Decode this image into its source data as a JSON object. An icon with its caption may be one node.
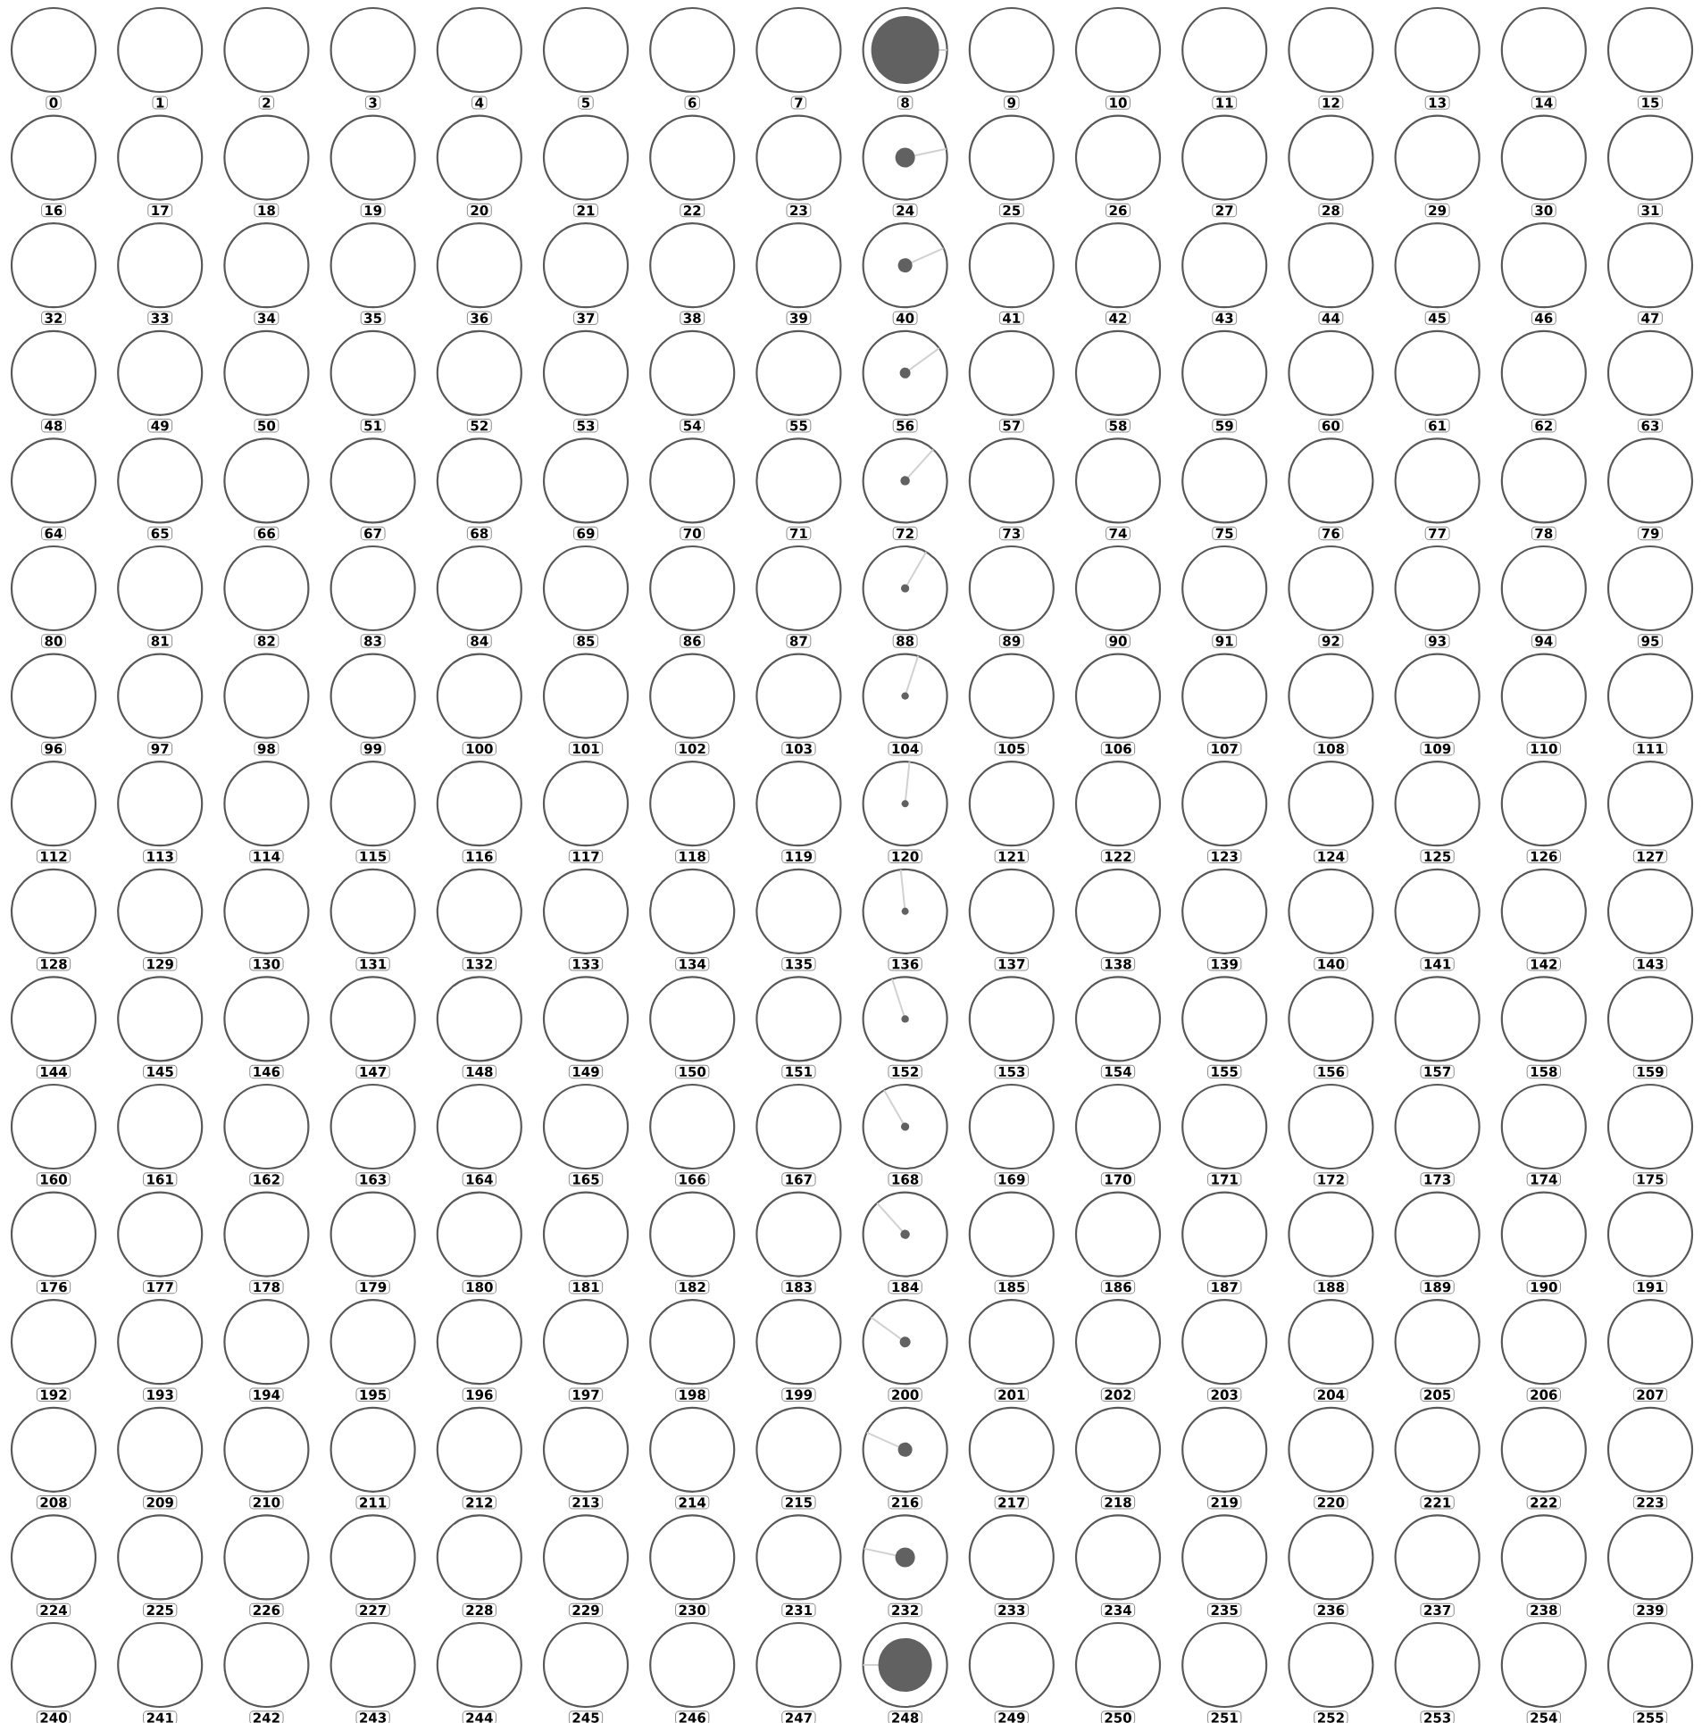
{
  "diagram": {
    "nodes": [
      {
        "text": [],
        "shape": "circle",
        "beside": [
          "0"
        ]
      },
      {
        "text": [],
        "shape": "circle",
        "beside": [
          "1"
        ]
      },
      {
        "text": [],
        "shape": "circle",
        "beside": [
          "2"
        ]
      },
      {
        "text": [],
        "shape": "circle",
        "beside": [
          "3"
        ]
      },
      {
        "text": [],
        "shape": "circle",
        "beside": [
          "4"
        ]
      },
      {
        "text": [],
        "shape": "circle",
        "beside": [
          "5"
        ]
      },
      {
        "text": [],
        "shape": "circle",
        "beside": [
          "6"
        ]
      },
      {
        "text": [],
        "shape": "circle",
        "beside": [
          "7"
        ]
      },
      {
        "text": [],
        "shape": "circle",
        "beside": [
          "8"
        ]
      },
      {
        "text": [],
        "shape": "circle",
        "beside": [
          "9"
        ]
      },
      {
        "text": [],
        "shape": "circle",
        "beside": [
          "10"
        ]
      },
      {
        "text": [],
        "shape": "circle",
        "beside": [
          "11"
        ]
      },
      {
        "text": [],
        "shape": "circle",
        "beside": [
          "12"
        ]
      },
      {
        "text": [],
        "shape": "circle",
        "beside": [
          "13"
        ]
      },
      {
        "text": [],
        "shape": "circle",
        "beside": [
          "14"
        ]
      },
      {
        "text": [],
        "shape": "circle",
        "beside": [
          "15"
        ]
      },
      {
        "text": [],
        "shape": "circle",
        "beside": [
          "16"
        ]
      },
      {
        "text": [],
        "shape": "circle",
        "beside": [
          "17"
        ]
      },
      {
        "text": [],
        "shape": "circle",
        "beside": [
          "18"
        ]
      },
      {
        "text": [],
        "shape": "circle",
        "beside": [
          "19"
        ]
      },
      {
        "text": [],
        "shape": "circle",
        "beside": [
          "20"
        ]
      },
      {
        "text": [],
        "shape": "circle",
        "beside": [
          "21"
        ]
      },
      {
        "text": [],
        "shape": "circle",
        "beside": [
          "22"
        ]
      },
      {
        "text": [],
        "shape": "circle",
        "beside": [
          "23"
        ]
      },
      {
        "text": [],
        "shape": "circle",
        "beside": [
          "24"
        ]
      },
      {
        "text": [],
        "shape": "circle",
        "beside": [
          "25"
        ]
      },
      {
        "text": [],
        "shape": "circle",
        "beside": [
          "26"
        ]
      },
      {
        "text": [],
        "shape": "circle",
        "beside": [
          "27"
        ]
      },
      {
        "text": [],
        "shape": "circle",
        "beside": [
          "28"
        ]
      },
      {
        "text": [],
        "shape": "circle",
        "beside": [
          "29"
        ]
      },
      {
        "text": [],
        "shape": "circle",
        "beside": [
          "30"
        ]
      },
      {
        "text": [],
        "shape": "circle",
        "beside": [
          "31"
        ]
      },
      {
        "text": [],
        "shape": "circle",
        "beside": [
          "32"
        ]
      },
      {
        "text": [],
        "shape": "circle",
        "beside": [
          "33"
        ]
      },
      {
        "text": [],
        "shape": "circle",
        "beside": [
          "34"
        ]
      },
      {
        "text": [],
        "shape": "circle",
        "beside": [
          "35"
        ]
      },
      {
        "text": [],
        "shape": "circle",
        "beside": [
          "36"
        ]
      },
      {
        "text": [],
        "shape": "circle",
        "beside": [
          "37"
        ]
      },
      {
        "text": [],
        "shape": "circle",
        "beside": [
          "38"
        ]
      },
      {
        "text": [],
        "shape": "circle",
        "beside": [
          "39"
        ]
      },
      {
        "text": [],
        "shape": "circle",
        "beside": [
          "40"
        ]
      },
      {
        "text": [],
        "shape": "circle",
        "beside": [
          "41"
        ]
      },
      {
        "text": [],
        "shape": "circle",
        "beside": [
          "42"
        ]
      },
      {
        "text": [],
        "shape": "circle",
        "beside": [
          "43"
        ]
      },
      {
        "text": [],
        "shape": "circle",
        "beside": [
          "44"
        ]
      },
      {
        "text": [],
        "shape": "circle",
        "beside": [
          "45"
        ]
      },
      {
        "text": [],
        "shape": "circle",
        "beside": [
          "46"
        ]
      },
      {
        "text": [],
        "shape": "circle",
        "beside": [
          "47"
        ]
      },
      {
        "text": [],
        "shape": "circle",
        "beside": [
          "48"
        ]
      },
      {
        "text": [],
        "shape": "circle",
        "beside": [
          "49"
        ]
      },
      {
        "text": [],
        "shape": "circle",
        "beside": [
          "50"
        ]
      },
      {
        "text": [],
        "shape": "circle",
        "beside": [
          "51"
        ]
      },
      {
        "text": [],
        "shape": "circle",
        "beside": [
          "52"
        ]
      },
      {
        "text": [],
        "shape": "circle",
        "beside": [
          "53"
        ]
      },
      {
        "text": [],
        "shape": "circle",
        "beside": [
          "54"
        ]
      },
      {
        "text": [],
        "shape": "circle",
        "beside": [
          "55"
        ]
      },
      {
        "text": [],
        "shape": "circle",
        "beside": [
          "56"
        ]
      },
      {
        "text": [],
        "shape": "circle",
        "beside": [
          "57"
        ]
      },
      {
        "text": [],
        "shape": "circle",
        "beside": [
          "58"
        ]
      },
      {
        "text": [],
        "shape": "circle",
        "beside": [
          "59"
        ]
      },
      {
        "text": [],
        "shape": "circle",
        "beside": [
          "60"
        ]
      },
      {
        "text": [],
        "shape": "circle",
        "beside": [
          "61"
        ]
      },
      {
        "text": [],
        "shape": "circle",
        "beside": [
          "62"
        ]
      },
      {
        "text": [],
        "shape": "circle",
        "beside": [
          "63"
        ]
      },
      {
        "text": [],
        "shape": "circle",
        "beside": [
          "64"
        ]
      },
      {
        "text": [],
        "shape": "circle",
        "beside": [
          "65"
        ]
      },
      {
        "text": [],
        "shape": "circle",
        "beside": [
          "66"
        ]
      },
      {
        "text": [],
        "shape": "circle",
        "beside": [
          "67"
        ]
      },
      {
        "text": [],
        "shape": "circle",
        "beside": [
          "68"
        ]
      },
      {
        "text": [],
        "shape": "circle",
        "beside": [
          "69"
        ]
      },
      {
        "text": [],
        "shape": "circle",
        "beside": [
          "70"
        ]
      },
      {
        "text": [],
        "shape": "circle",
        "beside": [
          "71"
        ]
      },
      {
        "text": [],
        "shape": "circle",
        "beside": [
          "72"
        ]
      },
      {
        "text": [],
        "shape": "circle",
        "beside": [
          "73"
        ]
      },
      {
        "text": [],
        "shape": "circle",
        "beside": [
          "74"
        ]
      },
      {
        "text": [],
        "shape": "circle",
        "beside": [
          "75"
        ]
      },
      {
        "text": [],
        "shape": "circle",
        "beside": [
          "76"
        ]
      },
      {
        "text": [],
        "shape": "circle",
        "beside": [
          "77"
        ]
      },
      {
        "text": [],
        "shape": "circle",
        "beside": [
          "78"
        ]
      },
      {
        "text": [],
        "shape": "circle",
        "beside": [
          "79"
        ]
      },
      {
        "text": [],
        "shape": "circle",
        "beside": [
          "80"
        ]
      },
      {
        "text": [],
        "shape": "circle",
        "beside": [
          "81"
        ]
      },
      {
        "text": [],
        "shape": "circle",
        "beside": [
          "82"
        ]
      },
      {
        "text": [],
        "shape": "circle",
        "beside": [
          "83"
        ]
      },
      {
        "text": [],
        "shape": "circle",
        "beside": [
          "84"
        ]
      },
      {
        "text": [],
        "shape": "circle",
        "beside": [
          "85"
        ]
      },
      {
        "text": [],
        "shape": "circle",
        "beside": [
          "86"
        ]
      },
      {
        "text": [],
        "shape": "circle",
        "beside": [
          "87"
        ]
      },
      {
        "text": [],
        "shape": "circle",
        "beside": [
          "88"
        ]
      },
      {
        "text": [],
        "shape": "circle",
        "beside": [
          "89"
        ]
      },
      {
        "text": [],
        "shape": "circle",
        "beside": [
          "90"
        ]
      },
      {
        "text": [],
        "shape": "circle",
        "beside": [
          "91"
        ]
      },
      {
        "text": [],
        "shape": "circle",
        "beside": [
          "92"
        ]
      },
      {
        "text": [],
        "shape": "circle",
        "beside": [
          "93"
        ]
      },
      {
        "text": [],
        "shape": "circle",
        "beside": [
          "94"
        ]
      },
      {
        "text": [],
        "shape": "circle",
        "beside": [
          "95"
        ]
      },
      {
        "text": [],
        "shape": "circle",
        "beside": [
          "96"
        ]
      },
      {
        "text": [],
        "shape": "circle",
        "beside": [
          "97"
        ]
      },
      {
        "text": [],
        "shape": "circle",
        "beside": [
          "98"
        ]
      },
      {
        "text": [],
        "shape": "circle",
        "beside": [
          "99"
        ]
      },
      {
        "text": [],
        "shape": "circle",
        "beside": [
          "100"
        ]
      },
      {
        "text": [],
        "shape": "circle",
        "beside": [
          "101"
        ]
      },
      {
        "text": [],
        "shape": "circle",
        "beside": [
          "102"
        ]
      },
      {
        "text": [],
        "shape": "circle",
        "beside": [
          "103"
        ]
      },
      {
        "text": [],
        "shape": "circle",
        "beside": [
          "104"
        ]
      },
      {
        "text": [],
        "shape": "circle",
        "beside": [
          "105"
        ]
      },
      {
        "text": [],
        "shape": "circle",
        "beside": [
          "106"
        ]
      },
      {
        "text": [],
        "shape": "circle",
        "beside": [
          "107"
        ]
      },
      {
        "text": [],
        "shape": "circle",
        "beside": [
          "108"
        ]
      },
      {
        "text": [],
        "shape": "circle",
        "beside": [
          "109"
        ]
      },
      {
        "text": [],
        "shape": "circle",
        "beside": [
          "110"
        ]
      },
      {
        "text": [],
        "shape": "circle",
        "beside": [
          "111"
        ]
      },
      {
        "text": [],
        "shape": "circle",
        "beside": [
          "112"
        ]
      },
      {
        "text": [],
        "shape": "circle",
        "beside": [
          "113"
        ]
      },
      {
        "text": [],
        "shape": "circle",
        "beside": [
          "114"
        ]
      },
      {
        "text": [],
        "shape": "circle",
        "beside": [
          "115"
        ]
      },
      {
        "text": [],
        "shape": "circle",
        "beside": [
          "116"
        ]
      },
      {
        "text": [],
        "shape": "circle",
        "beside": [
          "117"
        ]
      },
      {
        "text": [],
        "shape": "circle",
        "beside": [
          "118"
        ]
      },
      {
        "text": [],
        "shape": "circle",
        "beside": [
          "119"
        ]
      },
      {
        "text": [],
        "shape": "circle",
        "beside": [
          "120"
        ]
      },
      {
        "text": [],
        "shape": "circle",
        "beside": [
          "121"
        ]
      },
      {
        "text": [],
        "shape": "circle",
        "beside": [
          "122"
        ]
      },
      {
        "text": [],
        "shape": "circle",
        "beside": [
          "123"
        ]
      },
      {
        "text": [],
        "shape": "circle",
        "beside": [
          "124"
        ]
      },
      {
        "text": [],
        "shape": "circle",
        "beside": [
          "125"
        ]
      },
      {
        "text": [],
        "shape": "circle",
        "beside": [
          "126"
        ]
      },
      {
        "text": [],
        "shape": "circle",
        "beside": [
          "127"
        ]
      },
      {
        "text": [],
        "shape": "circle",
        "beside": [
          "128"
        ]
      },
      {
        "text": [],
        "shape": "circle",
        "beside": [
          "129"
        ]
      },
      {
        "text": [],
        "shape": "circle",
        "beside": [
          "130"
        ]
      },
      {
        "text": [],
        "shape": "circle",
        "beside": [
          "131"
        ]
      },
      {
        "text": [],
        "shape": "circle",
        "beside": [
          "132"
        ]
      },
      {
        "text": [],
        "shape": "circle",
        "beside": [
          "133"
        ]
      },
      {
        "text": [],
        "shape": "circle",
        "beside": [
          "134"
        ]
      },
      {
        "text": [],
        "shape": "circle",
        "beside": [
          "135"
        ]
      },
      {
        "text": [],
        "shape": "circle",
        "beside": [
          "136"
        ]
      },
      {
        "text": [],
        "shape": "circle",
        "beside": [
          "137"
        ]
      },
      {
        "text": [],
        "shape": "circle",
        "beside": [
          "138"
        ]
      },
      {
        "text": [],
        "shape": "circle",
        "beside": [
          "139"
        ]
      },
      {
        "text": [],
        "shape": "circle",
        "beside": [
          "140"
        ]
      },
      {
        "text": [],
        "shape": "circle",
        "beside": [
          "141"
        ]
      },
      {
        "text": [],
        "shape": "circle",
        "beside": [
          "142"
        ]
      },
      {
        "text": [],
        "shape": "circle",
        "beside": [
          "143"
        ]
      },
      {
        "text": [],
        "shape": "circle",
        "beside": [
          "144"
        ]
      },
      {
        "text": [],
        "shape": "circle",
        "beside": [
          "145"
        ]
      },
      {
        "text": [],
        "shape": "circle",
        "beside": [
          "146"
        ]
      },
      {
        "text": [],
        "shape": "circle",
        "beside": [
          "147"
        ]
      },
      {
        "text": [],
        "shape": "circle",
        "beside": [
          "148"
        ]
      },
      {
        "text": [],
        "shape": "circle",
        "beside": [
          "149"
        ]
      },
      {
        "text": [],
        "shape": "circle",
        "beside": [
          "150"
        ]
      },
      {
        "text": [],
        "shape": "circle",
        "beside": [
          "151"
        ]
      },
      {
        "text": [],
        "shape": "circle",
        "beside": [
          "152"
        ]
      },
      {
        "text": [],
        "shape": "circle",
        "beside": [
          "153"
        ]
      },
      {
        "text": [],
        "shape": "circle",
        "beside": [
          "154"
        ]
      },
      {
        "text": [],
        "shape": "circle",
        "beside": [
          "155"
        ]
      },
      {
        "text": [],
        "shape": "circle",
        "beside": [
          "156"
        ]
      },
      {
        "text": [],
        "shape": "circle",
        "beside": [
          "157"
        ]
      },
      {
        "text": [],
        "shape": "circle",
        "beside": [
          "158"
        ]
      },
      {
        "text": [],
        "shape": "circle",
        "beside": [
          "159"
        ]
      },
      {
        "text": [],
        "shape": "circle",
        "beside": [
          "160"
        ]
      },
      {
        "text": [],
        "shape": "circle",
        "beside": [
          "161"
        ]
      },
      {
        "text": [],
        "shape": "circle",
        "beside": [
          "162"
        ]
      },
      {
        "text": [],
        "shape": "circle",
        "beside": [
          "163"
        ]
      },
      {
        "text": [],
        "shape": "circle",
        "beside": [
          "164"
        ]
      },
      {
        "text": [],
        "shape": "circle",
        "beside": [
          "165"
        ]
      },
      {
        "text": [],
        "shape": "circle",
        "beside": [
          "166"
        ]
      },
      {
        "text": [],
        "shape": "circle",
        "beside": [
          "167"
        ]
      },
      {
        "text": [],
        "shape": "circle",
        "beside": [
          "168"
        ]
      },
      {
        "text": [],
        "shape": "circle",
        "beside": [
          "169"
        ]
      },
      {
        "text": [],
        "shape": "circle",
        "beside": [
          "170"
        ]
      },
      {
        "text": [],
        "shape": "circle",
        "beside": [
          "171"
        ]
      },
      {
        "text": [],
        "shape": "circle",
        "beside": [
          "172"
        ]
      },
      {
        "text": [],
        "shape": "circle",
        "beside": [
          "173"
        ]
      },
      {
        "text": [],
        "shape": "circle",
        "beside": [
          "174"
        ]
      },
      {
        "text": [],
        "shape": "circle",
        "beside": [
          "175"
        ]
      },
      {
        "text": [],
        "shape": "circle",
        "beside": [
          "176"
        ]
      },
      {
        "text": [],
        "shape": "circle",
        "beside": [
          "177"
        ]
      },
      {
        "text": [],
        "shape": "circle",
        "beside": [
          "178"
        ]
      },
      {
        "text": [],
        "shape": "circle",
        "beside": [
          "179"
        ]
      },
      {
        "text": [],
        "shape": "circle",
        "beside": [
          "180"
        ]
      },
      {
        "text": [],
        "shape": "circle",
        "beside": [
          "181"
        ]
      },
      {
        "text": [],
        "shape": "circle",
        "beside": [
          "182"
        ]
      },
      {
        "text": [],
        "shape": "circle",
        "beside": [
          "183"
        ]
      },
      {
        "text": [],
        "shape": "circle",
        "beside": [
          "184"
        ]
      },
      {
        "text": [],
        "shape": "circle",
        "beside": [
          "185"
        ]
      },
      {
        "text": [],
        "shape": "circle",
        "beside": [
          "186"
        ]
      },
      {
        "text": [],
        "shape": "circle",
        "beside": [
          "187"
        ]
      },
      {
        "text": [],
        "shape": "circle",
        "beside": [
          "188"
        ]
      },
      {
        "text": [],
        "shape": "circle",
        "beside": [
          "189"
        ]
      },
      {
        "text": [],
        "shape": "circle",
        "beside": [
          "190"
        ]
      },
      {
        "text": [],
        "shape": "circle",
        "beside": [
          "191"
        ]
      },
      {
        "text": [],
        "shape": "circle",
        "beside": [
          "192"
        ]
      },
      {
        "text": [],
        "shape": "circle",
        "beside": [
          "193"
        ]
      },
      {
        "text": [],
        "shape": "circle",
        "beside": [
          "194"
        ]
      },
      {
        "text": [],
        "shape": "circle",
        "beside": [
          "195"
        ]
      },
      {
        "text": [],
        "shape": "circle",
        "beside": [
          "196"
        ]
      },
      {
        "text": [],
        "shape": "circle",
        "beside": [
          "197"
        ]
      },
      {
        "text": [],
        "shape": "circle",
        "beside": [
          "198"
        ]
      },
      {
        "text": [],
        "shape": "circle",
        "beside": [
          "199"
        ]
      },
      {
        "text": [],
        "shape": "circle",
        "beside": [
          "200"
        ]
      },
      {
        "text": [],
        "shape": "circle",
        "beside": [
          "201"
        ]
      },
      {
        "text": [],
        "shape": "circle",
        "beside": [
          "202"
        ]
      },
      {
        "text": [],
        "shape": "circle",
        "beside": [
          "203"
        ]
      },
      {
        "text": [],
        "shape": "circle",
        "beside": [
          "204"
        ]
      },
      {
        "text": [],
        "shape": "circle",
        "beside": [
          "205"
        ]
      },
      {
        "text": [],
        "shape": "circle",
        "beside": [
          "206"
        ]
      },
      {
        "text": [],
        "shape": "circle",
        "beside": [
          "207"
        ]
      },
      {
        "text": [],
        "shape": "circle",
        "beside": [
          "208"
        ]
      },
      {
        "text": [],
        "shape": "circle",
        "beside": [
          "209"
        ]
      },
      {
        "text": [],
        "shape": "circle",
        "beside": [
          "210"
        ]
      },
      {
        "text": [],
        "shape": "circle",
        "beside": [
          "211"
        ]
      },
      {
        "text": [],
        "shape": "circle",
        "beside": [
          "212"
        ]
      },
      {
        "text": [],
        "shape": "circle",
        "beside": [
          "213"
        ]
      },
      {
        "text": [],
        "shape": "circle",
        "beside": [
          "214"
        ]
      },
      {
        "text": [],
        "shape": "circle",
        "beside": [
          "215"
        ]
      },
      {
        "text": [],
        "shape": "circle",
        "beside": [
          "216"
        ]
      },
      {
        "text": [],
        "shape": "circle",
        "beside": [
          "217"
        ]
      },
      {
        "text": [],
        "shape": "circle",
        "beside": [
          "218"
        ]
      },
      {
        "text": [],
        "shape": "circle",
        "beside": [
          "219"
        ]
      },
      {
        "text": [],
        "shape": "circle",
        "beside": [
          "220"
        ]
      },
      {
        "text": [],
        "shape": "circle",
        "beside": [
          "221"
        ]
      },
      {
        "text": [],
        "shape": "circle",
        "beside": [
          "222"
        ]
      },
      {
        "text": [],
        "shape": "circle",
        "beside": [
          "223"
        ]
      },
      {
        "text": [],
        "shape": "circle",
        "beside": [
          "224"
        ]
      },
      {
        "text": [],
        "shape": "circle",
        "beside": [
          "225"
        ]
      },
      {
        "text": [],
        "shape": "circle",
        "beside": [
          "226"
        ]
      },
      {
        "text": [],
        "shape": "circle",
        "beside": [
          "227"
        ]
      },
      {
        "text": [],
        "shape": "circle",
        "beside": [
          "228"
        ]
      },
      {
        "text": [],
        "shape": "circle",
        "beside": [
          "229"
        ]
      },
      {
        "text": [],
        "shape": "circle",
        "beside": [
          "230"
        ]
      },
      {
        "text": [],
        "shape": "circle",
        "beside": [
          "231"
        ]
      },
      {
        "text": [],
        "shape": "circle",
        "beside": [
          "232"
        ]
      },
      {
        "text": [],
        "shape": "circle",
        "beside": [
          "233"
        ]
      },
      {
        "text": [],
        "shape": "circle",
        "beside": [
          "234"
        ]
      },
      {
        "text": [],
        "shape": "circle",
        "beside": [
          "235"
        ]
      },
      {
        "text": [],
        "shape": "circle",
        "beside": [
          "236"
        ]
      },
      {
        "text": [],
        "shape": "circle",
        "beside": [
          "237"
        ]
      },
      {
        "text": [],
        "shape": "circle",
        "beside": [
          "238"
        ]
      },
      {
        "text": [],
        "shape": "circle",
        "beside": [
          "239"
        ]
      },
      {
        "text": [],
        "shape": "circle",
        "beside": [
          "240"
        ]
      },
      {
        "text": [],
        "shape": "circle",
        "beside": [
          "241"
        ]
      },
      {
        "text": [],
        "shape": "circle",
        "beside": [
          "242"
        ]
      },
      {
        "text": [],
        "shape": "circle",
        "beside": [
          "243"
        ]
      },
      {
        "text": [],
        "shape": "circle",
        "beside": [
          "244"
        ]
      },
      {
        "text": [],
        "shape": "circle",
        "beside": [
          "245"
        ]
      },
      {
        "text": [],
        "shape": "circle",
        "beside": [
          "246"
        ]
      },
      {
        "text": [],
        "shape": "circle",
        "beside": [
          "247"
        ]
      },
      {
        "text": [],
        "shape": "circle",
        "beside": [
          "248"
        ]
      },
      {
        "text": [],
        "shape": "circle",
        "beside": [
          "249"
        ]
      },
      {
        "text": [],
        "shape": "circle",
        "beside": [
          "250"
        ]
      },
      {
        "text": [],
        "shape": "circle",
        "beside": [
          "251"
        ]
      },
      {
        "text": [],
        "shape": "circle",
        "beside": [
          "252"
        ]
      },
      {
        "text": [],
        "shape": "circle",
        "beside": [
          "253"
        ]
      },
      {
        "text": [],
        "shape": "circle",
        "beside": [
          "254"
        ]
      },
      {
        "text": [],
        "shape": "circle",
        "beside": [
          "255"
        ]
      }
    ]
  }
}
